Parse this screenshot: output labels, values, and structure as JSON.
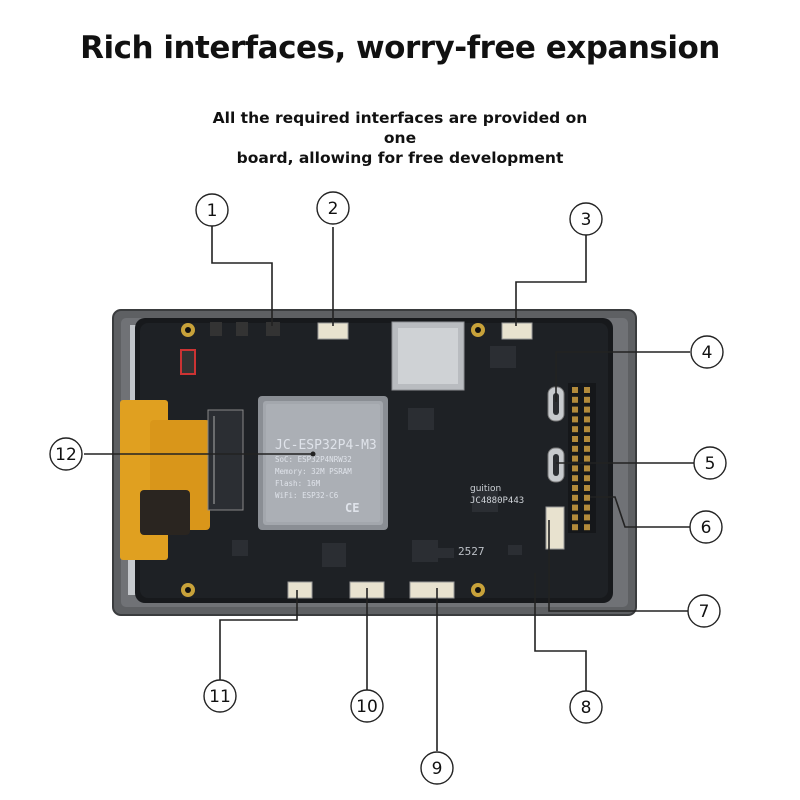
{
  "title": "Rich interfaces, worry-free expansion",
  "subtitle_lines": [
    "All the required interfaces are provided on one",
    "board, allowing for free development"
  ],
  "module": {
    "name": "JC-ESP32P4-M3",
    "soc": "SoC: ESP32P4NRW32",
    "memory": "Memory: 32M PSRAM",
    "flash": "Flash: 16M",
    "wifi": "WiFi: ESP32-C6",
    "cert_mark": "CE"
  },
  "board_silkscreen": {
    "brand": "guition",
    "model": "JC4880P443",
    "date_code": "2527"
  },
  "callouts": [
    "1",
    "2",
    "3",
    "4",
    "5",
    "6",
    "7",
    "8",
    "9",
    "10",
    "11",
    "12"
  ]
}
